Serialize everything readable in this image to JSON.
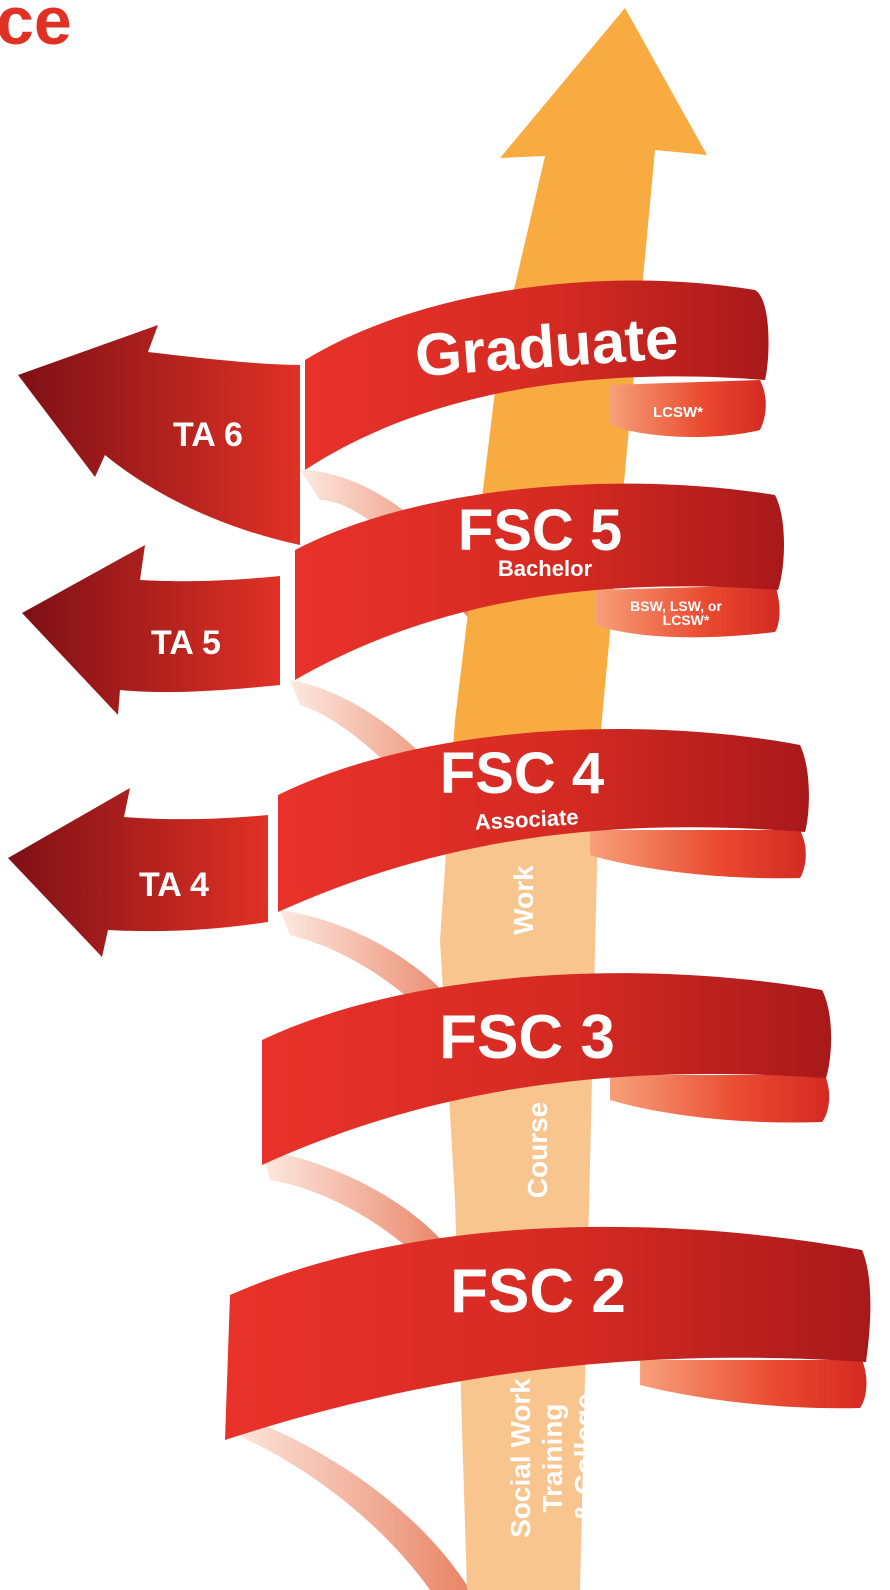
{
  "heading_fragment": "ce",
  "levels": [
    {
      "id": "graduate",
      "label": "Graduate",
      "sublabel": "",
      "credential": "LCSW*"
    },
    {
      "id": "fsc5",
      "label": "FSC 5",
      "sublabel": "Bachelor",
      "credential": "BSW, LSW, or LCSW*"
    },
    {
      "id": "fsc4",
      "label": "FSC 4",
      "sublabel": "Associate",
      "credential": ""
    },
    {
      "id": "fsc3",
      "label": "FSC 3",
      "sublabel": "",
      "credential": ""
    },
    {
      "id": "fsc2",
      "label": "FSC 2",
      "sublabel": "",
      "credential": ""
    }
  ],
  "exits": [
    {
      "id": "ta6",
      "label": "TA 6"
    },
    {
      "id": "ta5",
      "label": "TA 5"
    },
    {
      "id": "ta4",
      "label": "TA 4"
    }
  ],
  "arrow_labels": {
    "work": "Work",
    "course": "Course",
    "training_lines": [
      "Social Work",
      "Training",
      "& College"
    ]
  },
  "colors": {
    "ribbon_red": "#d42a22",
    "ribbon_dark": "#a8191b",
    "arrow_orange": "#f8ab40",
    "arrow_peach": "#f8c58f",
    "heading_red": "#e03125"
  }
}
